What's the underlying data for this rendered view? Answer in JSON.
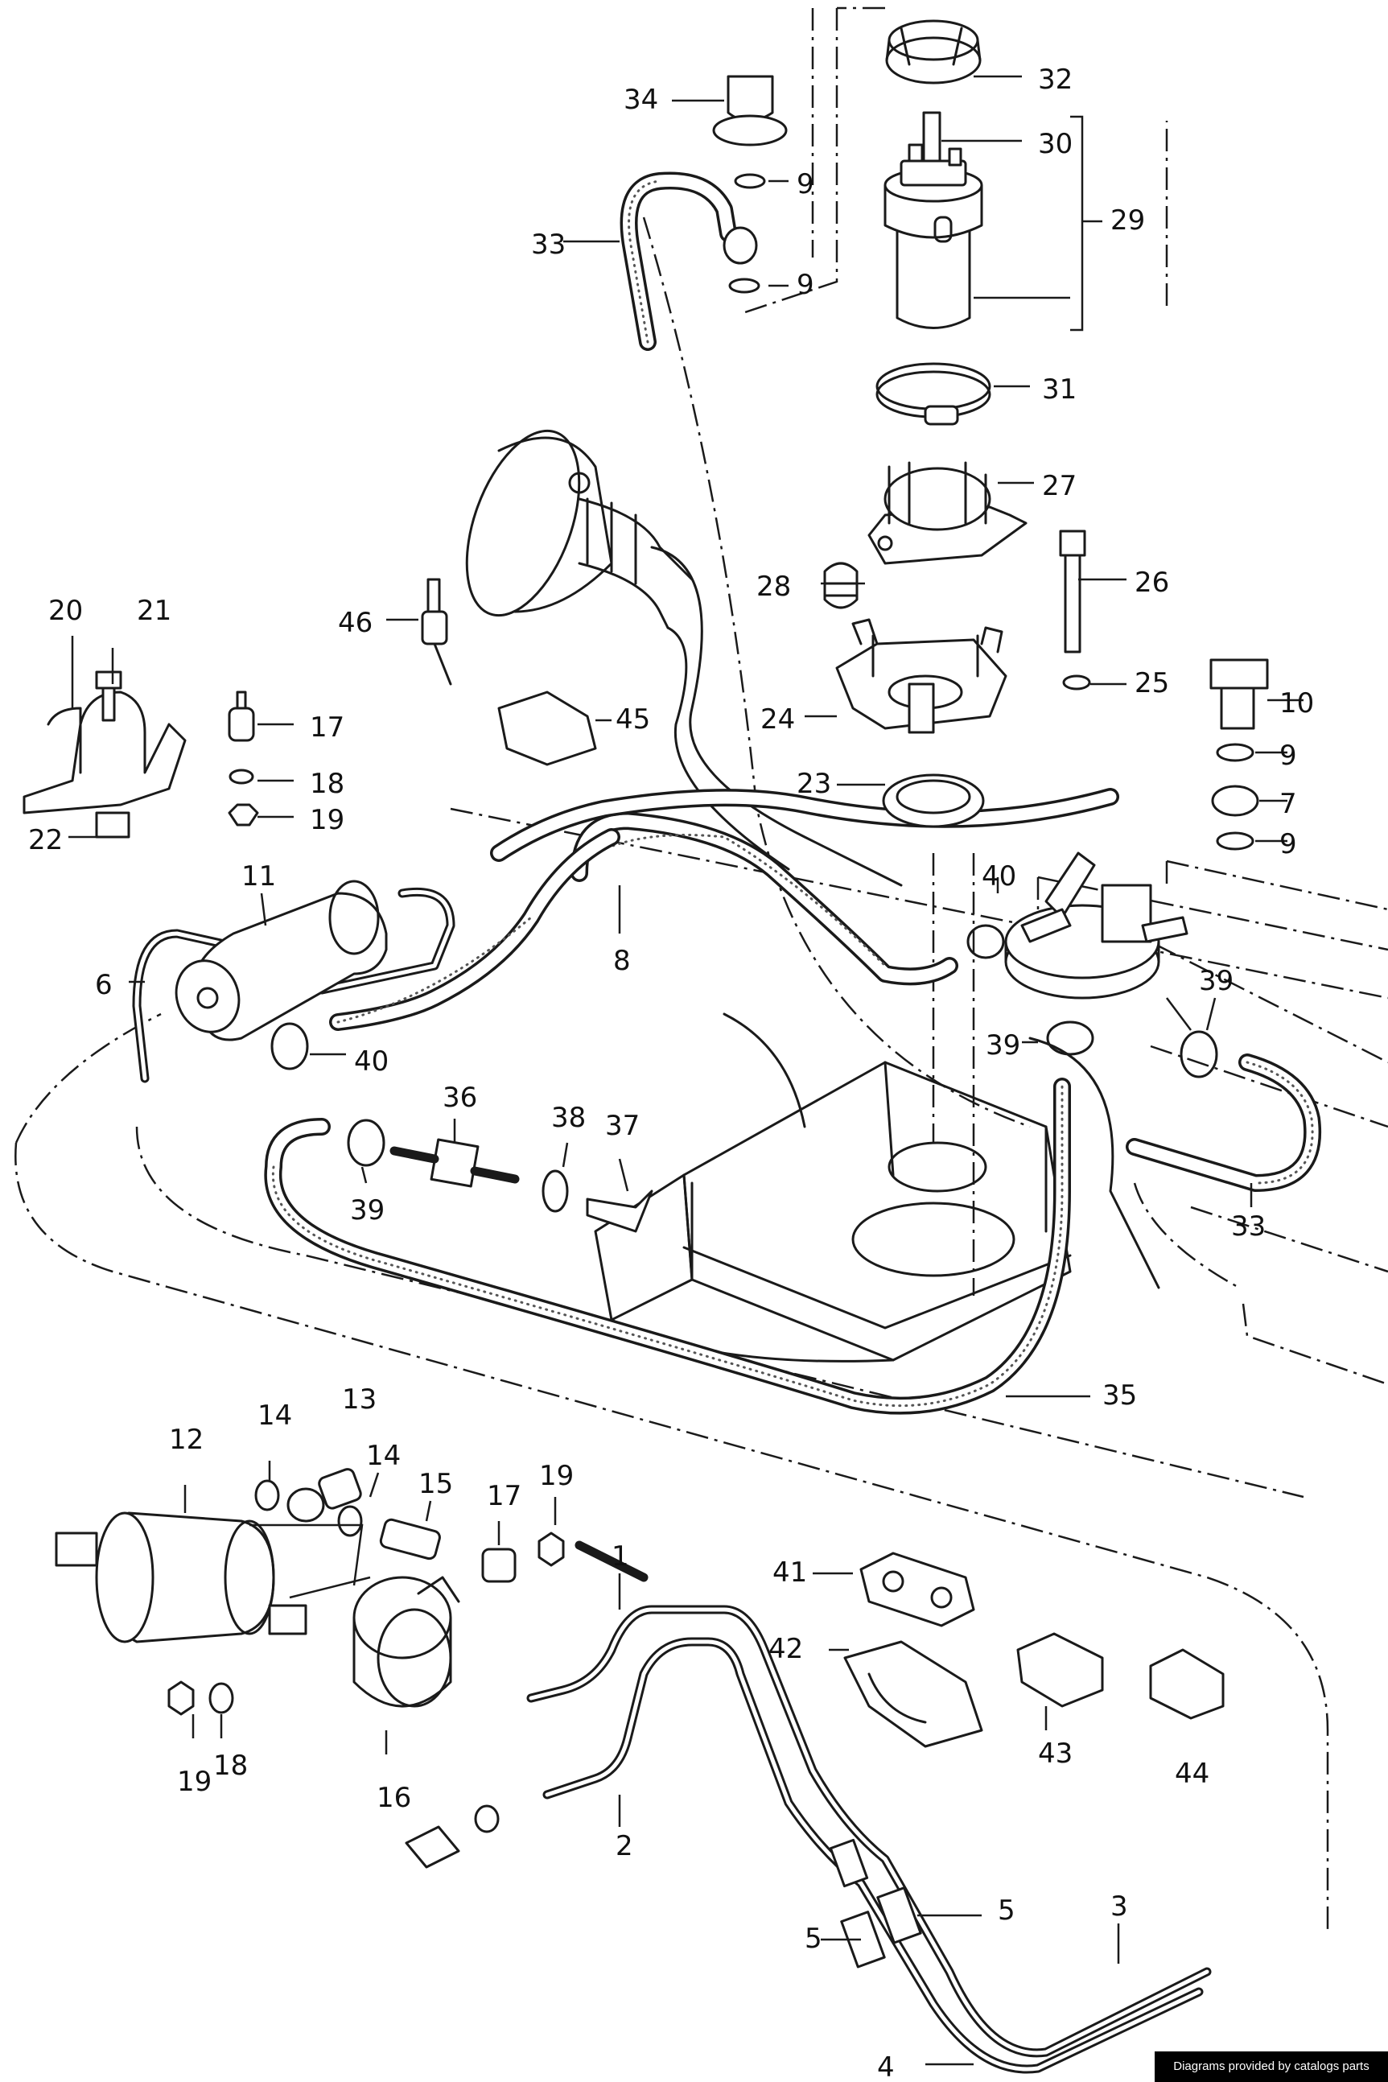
{
  "labels": [
    {
      "id": "1",
      "text": "1"
    },
    {
      "id": "2",
      "text": "2"
    },
    {
      "id": "3",
      "text": "3"
    },
    {
      "id": "4",
      "text": "4"
    },
    {
      "id": "5a",
      "text": "5"
    },
    {
      "id": "5b",
      "text": "5"
    },
    {
      "id": "6",
      "text": "6"
    },
    {
      "id": "7",
      "text": "7"
    },
    {
      "id": "8",
      "text": "8"
    },
    {
      "id": "9a",
      "text": "9"
    },
    {
      "id": "9b",
      "text": "9"
    },
    {
      "id": "9c",
      "text": "9"
    },
    {
      "id": "9d",
      "text": "9"
    },
    {
      "id": "10",
      "text": "10"
    },
    {
      "id": "11",
      "text": "11"
    },
    {
      "id": "12",
      "text": "12"
    },
    {
      "id": "13",
      "text": "13"
    },
    {
      "id": "14a",
      "text": "14"
    },
    {
      "id": "14b",
      "text": "14"
    },
    {
      "id": "15",
      "text": "15"
    },
    {
      "id": "16",
      "text": "16"
    },
    {
      "id": "17a",
      "text": "17"
    },
    {
      "id": "17b",
      "text": "17"
    },
    {
      "id": "18a",
      "text": "18"
    },
    {
      "id": "18b",
      "text": "18"
    },
    {
      "id": "19a",
      "text": "19"
    },
    {
      "id": "19b",
      "text": "19"
    },
    {
      "id": "19c",
      "text": "19"
    },
    {
      "id": "20",
      "text": "20"
    },
    {
      "id": "21",
      "text": "21"
    },
    {
      "id": "22",
      "text": "22"
    },
    {
      "id": "23",
      "text": "23"
    },
    {
      "id": "24",
      "text": "24"
    },
    {
      "id": "25",
      "text": "25"
    },
    {
      "id": "26",
      "text": "26"
    },
    {
      "id": "27",
      "text": "27"
    },
    {
      "id": "28",
      "text": "28"
    },
    {
      "id": "29",
      "text": "29"
    },
    {
      "id": "30",
      "text": "30"
    },
    {
      "id": "31",
      "text": "31"
    },
    {
      "id": "32",
      "text": "32"
    },
    {
      "id": "33a",
      "text": "33"
    },
    {
      "id": "33b",
      "text": "33"
    },
    {
      "id": "34",
      "text": "34"
    },
    {
      "id": "35",
      "text": "35"
    },
    {
      "id": "36",
      "text": "36"
    },
    {
      "id": "37",
      "text": "37"
    },
    {
      "id": "38",
      "text": "38"
    },
    {
      "id": "39a",
      "text": "39"
    },
    {
      "id": "39b",
      "text": "39"
    },
    {
      "id": "39c",
      "text": "39"
    },
    {
      "id": "40a",
      "text": "40"
    },
    {
      "id": "40b",
      "text": "40"
    },
    {
      "id": "41",
      "text": "41"
    },
    {
      "id": "42",
      "text": "42"
    },
    {
      "id": "43",
      "text": "43"
    },
    {
      "id": "44",
      "text": "44"
    },
    {
      "id": "45",
      "text": "45"
    },
    {
      "id": "46",
      "text": "46"
    }
  ],
  "watermark": "Diagrams provided by catalogs parts"
}
